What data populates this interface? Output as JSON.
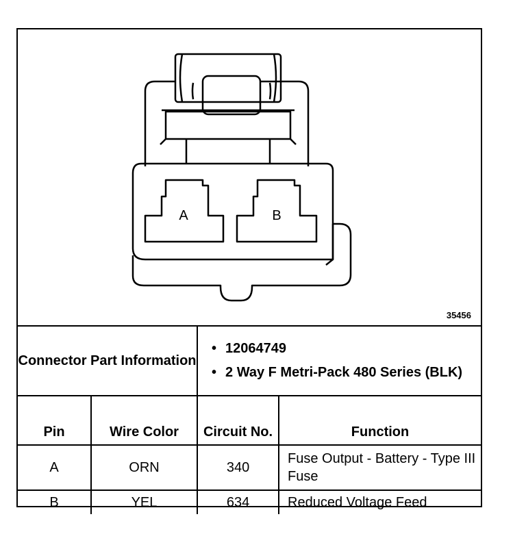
{
  "figure": {
    "number": "35456"
  },
  "connector": {
    "cavities": [
      "A",
      "B"
    ]
  },
  "part_info": {
    "label": "Connector Part Information",
    "items": [
      "12064749",
      "2 Way F Metri-Pack 480 Series (BLK)"
    ]
  },
  "table": {
    "headers": {
      "pin": "Pin",
      "wire_color": "Wire Color",
      "circuit": "Circuit No.",
      "function": "Function"
    },
    "rows": [
      {
        "pin": "A",
        "wire_color": "ORN",
        "circuit": "340",
        "function": "Fuse Output - Battery - Type III Fuse"
      },
      {
        "pin": "B",
        "wire_color": "YEL",
        "circuit": "634",
        "function": "Reduced Voltage Feed"
      }
    ]
  }
}
